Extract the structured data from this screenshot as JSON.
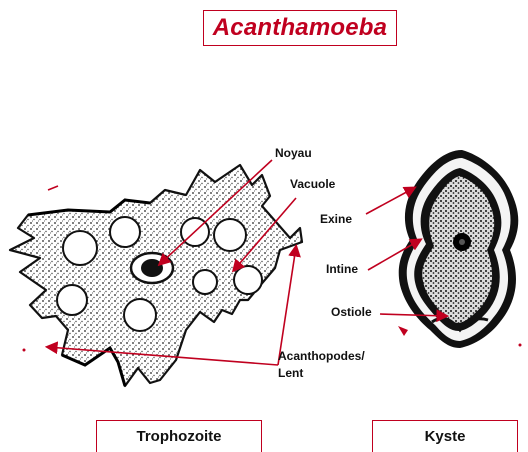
{
  "title": "Acanthamoeba",
  "labels": {
    "noyau": "Noyau",
    "vacuole": "Vacuole",
    "acanthopodes_line1": "Acanthopodes/",
    "acanthopodes_line2": "Lent",
    "exine": "Exine",
    "intine": "Intine",
    "ostiole": "Ostiole"
  },
  "captions": {
    "trophozoite": "Trophozoite",
    "kyste": "Kyste"
  },
  "colors": {
    "accent": "#c0001f",
    "ink": "#111111"
  }
}
